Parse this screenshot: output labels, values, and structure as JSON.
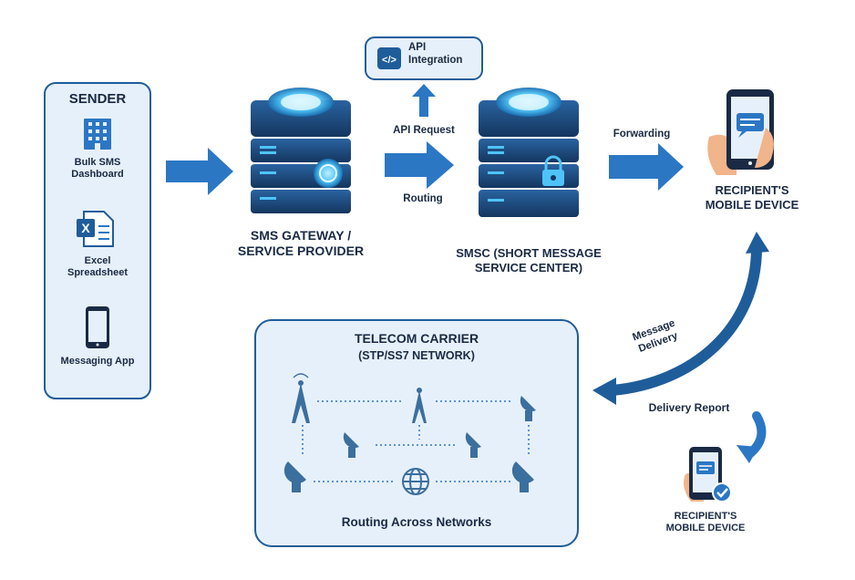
{
  "sender": {
    "title": "SENDER",
    "items": [
      {
        "label": "Bulk SMS\nDashboard",
        "icon": "building-icon"
      },
      {
        "label": "Excel\nSpreadsheet",
        "icon": "excel-file-icon"
      },
      {
        "label": "Messaging App",
        "icon": "phone-icon"
      }
    ]
  },
  "api": {
    "label": "API\nIntegration",
    "icon": "code-icon"
  },
  "gateway": {
    "label": "SMS GATEWAY /\nSERVICE PROVIDER"
  },
  "smsc": {
    "label": "SMSC (SHORT MESSAGE\nSERVICE CENTER)"
  },
  "recipient_top": {
    "label": "RECIPIENT'S\nMOBILE DEVICE"
  },
  "recipient_bottom": {
    "label": "RECIPIENT'S\nMOBILE DEVICE"
  },
  "edges": {
    "api_request": "API Request",
    "routing": "Routing",
    "forwarding": "Forwarding",
    "message_delivery": "Message\nDelivery",
    "delivery_report": "Delivery Report"
  },
  "carrier": {
    "title": "TELECOM CARRIER",
    "subtitle": "(STP/SS7 NETWORK)",
    "footer": "Routing Across Networks"
  },
  "colors": {
    "primary": "#1f5d9a",
    "arrow": "#2b77c4",
    "panel_bg": "#e6f0fa",
    "server_dark": "#153d6b",
    "glow": "#4fc3f7"
  }
}
